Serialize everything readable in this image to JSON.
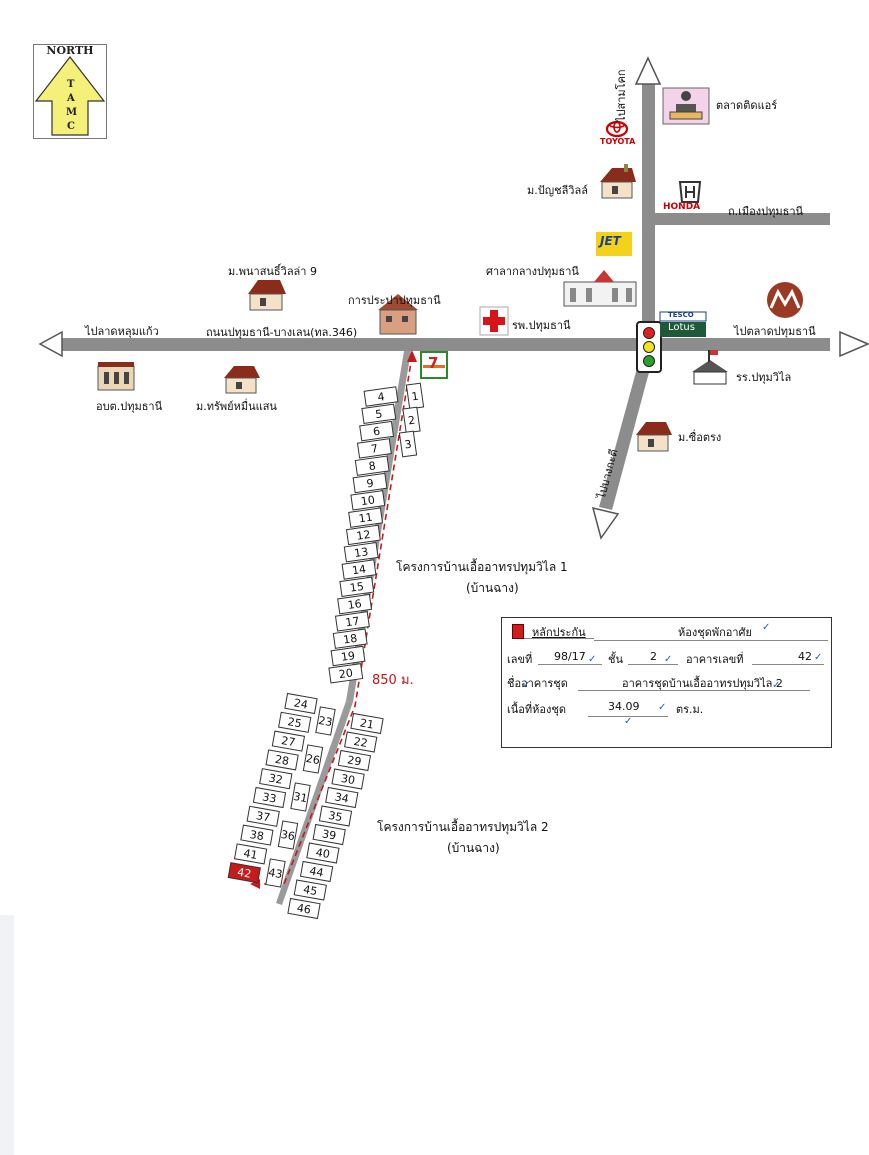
{
  "compass": {
    "word": "NORTH",
    "letters": [
      "T",
      "A",
      "M",
      "C"
    ]
  },
  "roads": {
    "main_road": "ถนนปทุมธานี-บางเลน(ทล.346)",
    "to_lat_lum_kaeo": "ไปลาดหลุมแก้ว",
    "to_lat_pathum_thani": "ไปตลาดปทุมธานี",
    "to_sam_khok": "ไปสามโคก",
    "to_bang_kradi": "ไปบางกะดี",
    "mueang_pathum_road": "ถ.เมืองปทุมธานี"
  },
  "places": {
    "talad_tid_air": "ตลาดติดแอร์",
    "toyota": "TOYOTA",
    "honda": "HONDA",
    "jet": "JET",
    "tesco": "TESCO",
    "lotus": "Lotus",
    "panyasiri_ville": "ม.ปัญชลีวิลล์",
    "sala_klang": "ศาลากลางปทุมธานี",
    "panasuan_villa": "ม.พนาสนธิ์วิลล่า 9",
    "waterworks": "การประปาปทุมธานี",
    "hospital": "รพ.ปทุมธานี",
    "obt": "อบต.ปทุมธานี",
    "sap_muen_saen": "ม.ทรัพย์หมื่นแสน",
    "school": "รร.ปทุมวิไล",
    "chue_trong": "ม.ซื่อตรง",
    "seven_eleven": "7"
  },
  "projects": {
    "phase1_name": "โครงการบ้านเอื้ออาทรปทุมวิไล 1",
    "phase1_note": "(บ้านฉาง)",
    "phase2_name": "โครงการบ้านเอื้ออาทรปทุมวิไล 2",
    "phase2_note": "(บ้านฉาง)",
    "distance": "850 ม."
  },
  "buildings": {
    "left_column": [
      "4",
      "5",
      "6",
      "7",
      "8",
      "9",
      "10",
      "11",
      "12",
      "13",
      "14",
      "15",
      "16",
      "17",
      "18",
      "19",
      "20"
    ],
    "right_column_top": [
      "1",
      "2",
      "3"
    ],
    "lower_left": [
      "24",
      "25",
      "27",
      "28",
      "32",
      "33",
      "37",
      "38",
      "41",
      "42"
    ],
    "lower_middle": [
      "23",
      "26",
      "31",
      "36",
      "43"
    ],
    "lower_right": [
      "21",
      "22",
      "29",
      "30",
      "34",
      "35",
      "39",
      "40",
      "44",
      "45",
      "46"
    ],
    "highlighted": "42"
  },
  "info_box": {
    "collateral_label": "หลักประกัน",
    "unit_type": "ห้องชุดพักอาศัย",
    "no_label": "เลขที่",
    "no_value": "98/17",
    "floor_label": "ชั้น",
    "floor_value": "2",
    "building_no_label": "อาคารเลขที่",
    "building_no_value": "42",
    "building_name_label": "ชื่ออาคารชุด",
    "building_name_value": "อาคารชุดบ้านเอื้ออาทรปทุมวิไล 2",
    "area_label": "เนื้อที่ห้องชุด",
    "area_value": "34.09",
    "area_unit": "ตร.ม.",
    "check_mark": "✓"
  },
  "colors": {
    "road": "#8c8c8c",
    "route": "#c41a1a",
    "highlight": "#c71a1a",
    "compass_arrow": "#f5f07a",
    "tesco_green": "#1e5a3a",
    "jet_yellow": "#f2d21a",
    "hospital_red": "#d7141a"
  }
}
